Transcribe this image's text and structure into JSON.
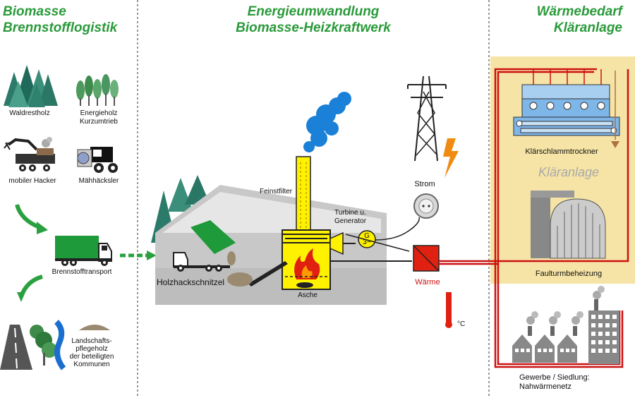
{
  "sections": {
    "left": {
      "title_line1": "Biomasse",
      "title_line2": "Brennstofflogistik"
    },
    "center": {
      "title_line1": "Energieumwandlung",
      "title_line2": "Biomasse-Heizkraftwerk"
    },
    "right": {
      "title_line1": "Wärmebedarf",
      "title_line2": "Kläranlage"
    }
  },
  "sources": {
    "waldrestholz": "Waldrestholz",
    "energieholz_1": "Energieholz",
    "energieholz_2": "Kurzumtrieb",
    "hacker": "mobiler Hacker",
    "maehhaecksler": "Mähhäcksler",
    "transport": "Brennstofftransport",
    "landschaft_1": "Landschafts-",
    "landschaft_2": "pflegeholz",
    "landschaft_3": "der beteiligten",
    "landschaft_4": "Kommunen"
  },
  "plant": {
    "feinstfilter": "Feinstfilter",
    "turbine_1": "Turbine u.",
    "turbine_2": "Generator",
    "generator_symbol_1": "G",
    "generator_symbol_2": "3~",
    "strom": "Strom",
    "waerme": "Wärme",
    "temp_unit": "°C",
    "holzhackschnitzel": "Holzhackschnitzel",
    "asche": "Asche"
  },
  "consumers": {
    "trockner": "Klärschlammtrockner",
    "klaeranlage": "Kläranlage",
    "faulturm": "Faulturmbeheizung",
    "netz_1": "Gewerbe / Siedlung:",
    "netz_2": "Nahwärmenetz"
  },
  "colors": {
    "title_green": "#2a9a3a",
    "pipe_red": "#cc1111",
    "plant_yellow": "#fff200",
    "building_gray": "#c8c8c8",
    "zone_yellow": "#f6e4a6",
    "dryer_blue": "#7fb6e8"
  }
}
